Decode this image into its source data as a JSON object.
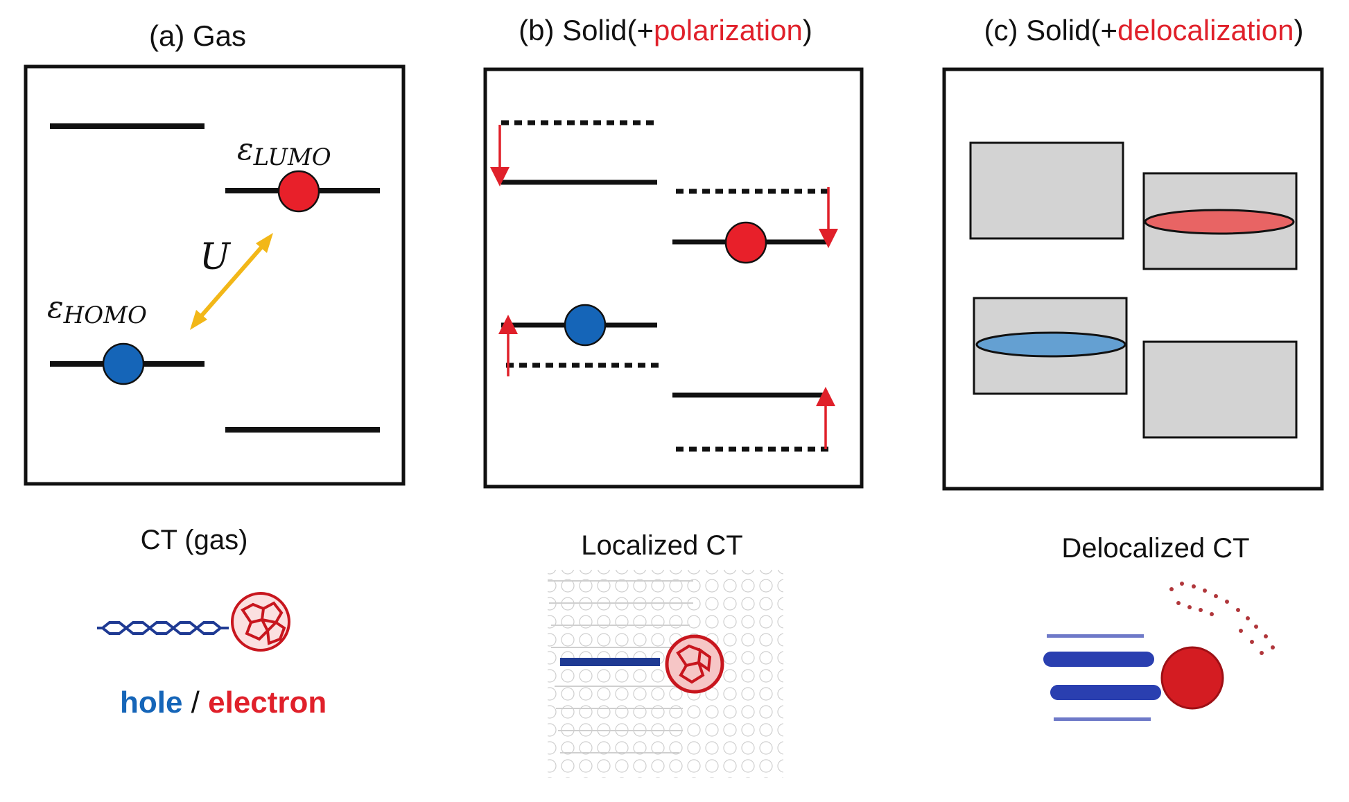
{
  "colors": {
    "accent_red": "#e0202a",
    "hole_blue": "#1565b8",
    "electron_red": "#e8202a",
    "arrow_yellow": "#f2b718",
    "box_gray": "#d3d3d3",
    "ellipse_red": "#e86464",
    "ellipse_blue": "#64a0d2"
  },
  "panel_a": {
    "title": "(a) Gas",
    "label_lumo_symbol": "ε",
    "label_lumo_sub": "LUMO",
    "label_homo_symbol": "ε",
    "label_homo_sub": "HOMO",
    "label_u": "U",
    "caption": "CT (gas)"
  },
  "panel_b": {
    "title_prefix": "(b) Solid(+",
    "title_highlight": "polarization",
    "title_suffix": ")",
    "caption": "Localized CT"
  },
  "panel_c": {
    "title_prefix": "(c) Solid(+",
    "title_highlight": "delocalization",
    "title_suffix": ")",
    "caption": "Delocalized CT"
  },
  "legend": {
    "hole": "hole",
    "separator": " / ",
    "electron": "electron"
  }
}
